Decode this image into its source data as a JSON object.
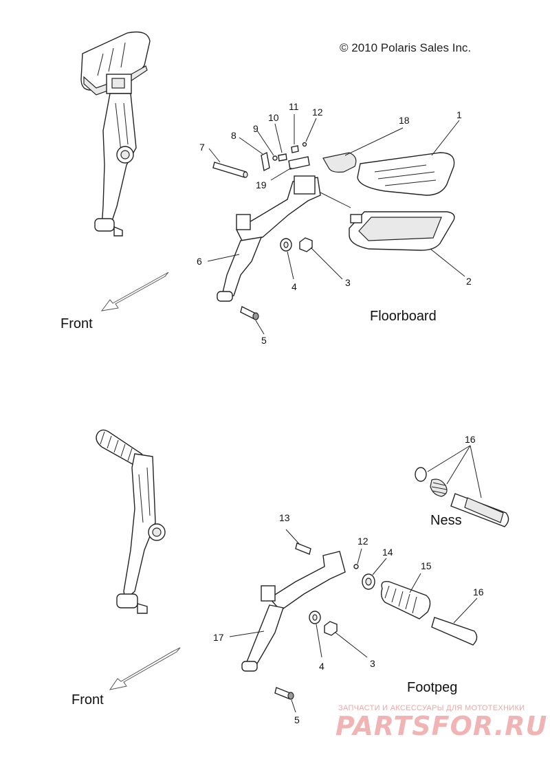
{
  "copyright": "© 2010 Polaris Sales Inc.",
  "sections": {
    "floorboard": {
      "caption": "Floorboard",
      "front_label": "Front"
    },
    "footpeg": {
      "caption": "Footpeg",
      "front_label": "Front",
      "variant_label": "Ness"
    }
  },
  "callouts_floorboard": [
    "1",
    "2",
    "3",
    "4",
    "5",
    "6",
    "7",
    "8",
    "9",
    "10",
    "11",
    "12",
    "18",
    "19"
  ],
  "callouts_footpeg": [
    "16",
    "13",
    "12",
    "14",
    "15",
    "16",
    "17",
    "4",
    "3",
    "5"
  ],
  "watermark": {
    "tagline": "ЗАПЧАСТИ И АКСЕССУАРЫ ДЛЯ МОТОТЕХНИКИ",
    "logo": "PARTSFOR.RU"
  }
}
